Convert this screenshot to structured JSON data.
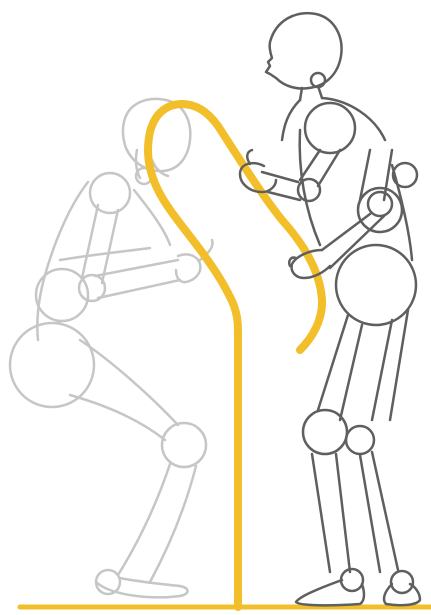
{
  "figure": {
    "type": "illustration",
    "colors": {
      "background": "#ffffff",
      "grab_bar": "#f2bf2a",
      "seated_figure": "#c6c6c6",
      "standing_figure": "#5f5f5f",
      "floor": "#f2bf2a"
    },
    "elements": [
      "floor-line",
      "grab-bar",
      "seated-mannequin",
      "standing-mannequin"
    ]
  }
}
